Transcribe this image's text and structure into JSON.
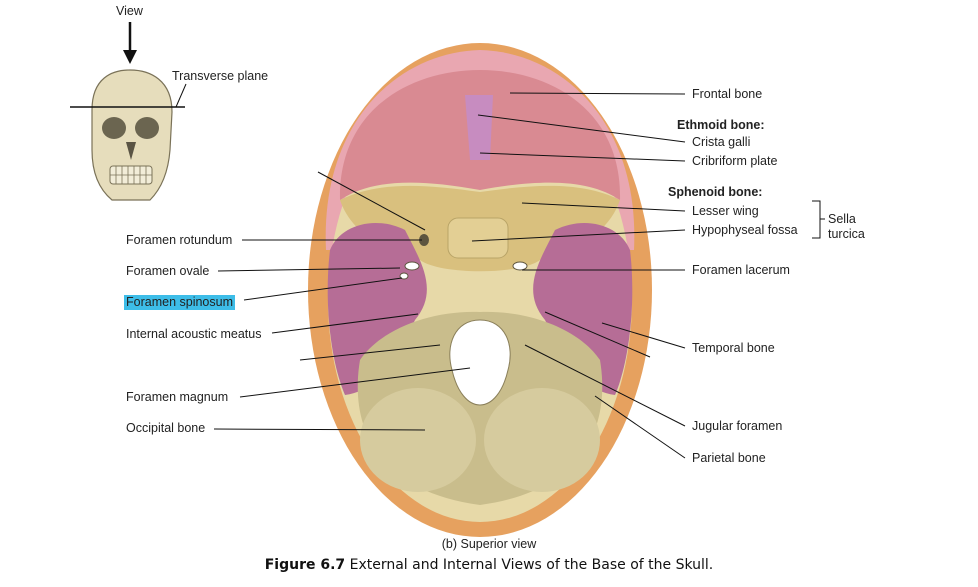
{
  "view_label": "View",
  "transverse_plane": "Transverse plane",
  "left_labels": {
    "foramen_rotundum": "Foramen rotundum",
    "foramen_ovale": "Foramen ovale",
    "foramen_spinosum": "Foramen spinosum",
    "internal_acoustic_meatus": "Internal acoustic meatus",
    "foramen_magnum": "Foramen magnum",
    "occipital_bone": "Occipital bone"
  },
  "right_labels": {
    "frontal_bone": "Frontal bone",
    "ethmoid_bone": "Ethmoid bone:",
    "crista_galli": "Crista galli",
    "cribriform_plate": "Cribriform plate",
    "sphenoid_bone": "Sphenoid bone:",
    "lesser_wing": "Lesser wing",
    "hypophyseal_fossa": "Hypophyseal fossa",
    "sella_turcica": "Sella\nturcica",
    "foramen_lacerum": "Foramen lacerum",
    "temporal_bone": "Temporal bone",
    "jugular_foramen": "Jugular foramen",
    "parietal_bone": "Parietal bone"
  },
  "subtitle": "(b) Superior view",
  "caption": {
    "bold": "Figure 6.7",
    "text": " External and Internal Views of the Base of the Skull."
  },
  "colors": {
    "highlight": "#3dbde8",
    "frontal": "#d98a92",
    "rim": "#e9a7b1",
    "parietal": "#e6a15f",
    "sphenoid": "#d9c07e",
    "temporal": "#b66d96",
    "occipital": "#c9bd8c",
    "ethmoid": "#c78cc0"
  }
}
